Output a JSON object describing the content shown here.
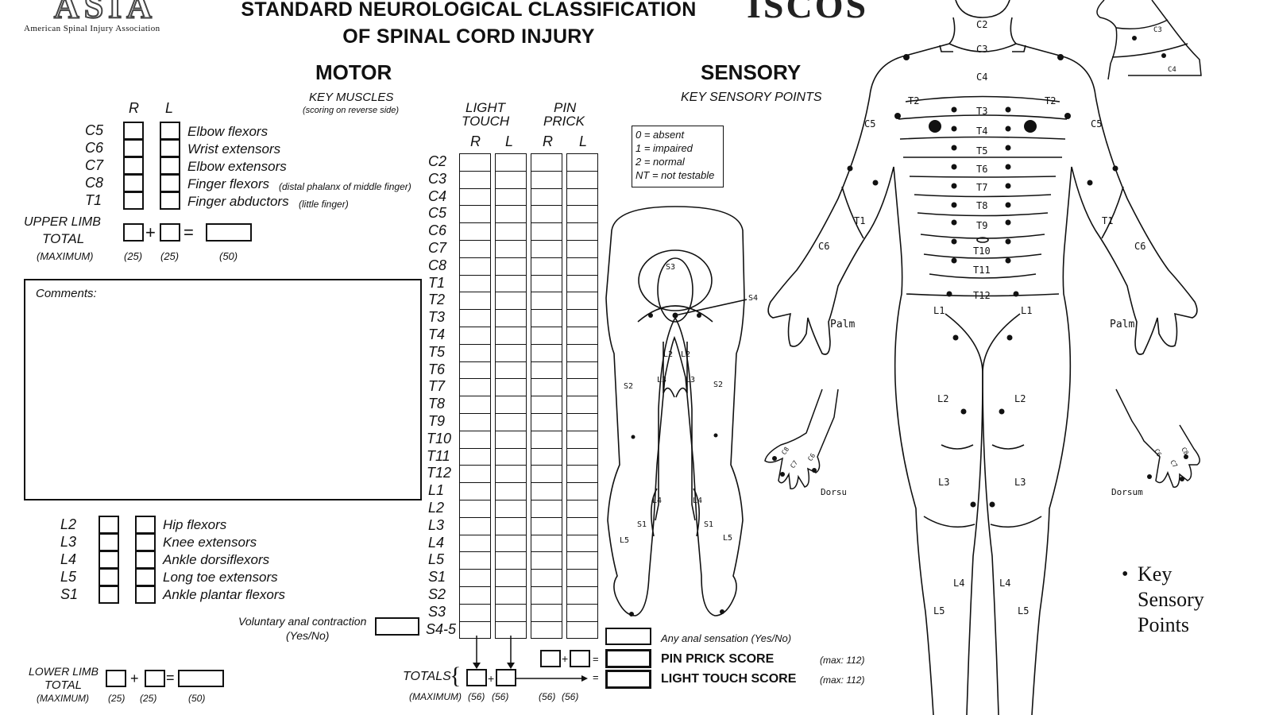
{
  "header": {
    "asia_logo_text": "ASIA",
    "asia_subtitle": "American Spinal Injury Association",
    "title_line1": "STANDARD NEUROLOGICAL CLASSIFICATION",
    "title_line2": "OF SPINAL CORD INJURY",
    "iscos_logo_text": "ISCOS"
  },
  "motor": {
    "heading": "MOTOR",
    "subheading": "KEY MUSCLES",
    "note": "(scoring on reverse side)",
    "col_r": "R",
    "col_l": "L",
    "upper_rows": [
      {
        "level": "C5",
        "muscle": "Elbow flexors",
        "detail": ""
      },
      {
        "level": "C6",
        "muscle": "Wrist extensors",
        "detail": ""
      },
      {
        "level": "C7",
        "muscle": "Elbow extensors",
        "detail": ""
      },
      {
        "level": "C8",
        "muscle": "Finger flexors",
        "detail": "(distal phalanx of middle finger)"
      },
      {
        "level": "T1",
        "muscle": "Finger abductors",
        "detail": "(little finger)"
      }
    ],
    "upper_total_line1": "UPPER LIMB",
    "upper_total_line2": "TOTAL",
    "upper_max_label": "(MAXIMUM)",
    "upper_max_r": "(25)",
    "upper_max_l": "(25)",
    "upper_max_total": "(50)",
    "comments_label": "Comments:",
    "lower_rows": [
      {
        "level": "L2",
        "muscle": "Hip flexors"
      },
      {
        "level": "L3",
        "muscle": "Knee extensors"
      },
      {
        "level": "L4",
        "muscle": "Ankle dorsiflexors"
      },
      {
        "level": "L5",
        "muscle": "Long toe extensors"
      },
      {
        "level": "S1",
        "muscle": "Ankle plantar flexors"
      }
    ],
    "vac_line1": "Voluntary anal contraction",
    "vac_line2": "(Yes/No)",
    "lower_total_line1": "LOWER LIMB",
    "lower_total_line2": "TOTAL",
    "lower_max_label": "(MAXIMUM)",
    "lower_max_r": "(25)",
    "lower_max_l": "(25)",
    "lower_max_total": "(50)",
    "plus": "+",
    "equals": "="
  },
  "sensory": {
    "heading": "SENSORY",
    "subheading": "KEY SENSORY POINTS",
    "light_touch_line1": "LIGHT",
    "light_touch_line2": "TOUCH",
    "pin_prick_line1": "PIN",
    "pin_prick_line2": "PRICK",
    "col_r": "R",
    "col_l": "L",
    "levels": [
      "C2",
      "C3",
      "C4",
      "C5",
      "C6",
      "C7",
      "C8",
      "T1",
      "T2",
      "T3",
      "T4",
      "T5",
      "T6",
      "T7",
      "T8",
      "T9",
      "T10",
      "T11",
      "T12",
      "L1",
      "L2",
      "L3",
      "L4",
      "L5",
      "S1",
      "S2",
      "S3",
      "S4-5"
    ],
    "legend": [
      "0 = absent",
      "1 = impaired",
      "2 = normal",
      "NT = not testable"
    ],
    "totals_label": "TOTALS",
    "totals_max_label": "(MAXIMUM)",
    "totals_max": [
      "(56)",
      "(56)",
      "(56)",
      "(56)"
    ],
    "any_anal_sensation": "Any anal sensation (Yes/No)",
    "pin_prick_score": "PIN PRICK SCORE",
    "pin_prick_max": "(max: 112)",
    "light_touch_score": "LIGHT TOUCH SCORE",
    "light_touch_max": "(max: 112)"
  },
  "diagram": {
    "rear_labels": [
      "S3",
      "S4-5",
      "L2",
      "L2",
      "L3",
      "L3",
      "S2",
      "S2",
      "L4",
      "L4",
      "S1",
      "S1",
      "L5",
      "L5"
    ],
    "front_labels": [
      "C2",
      "C3",
      "C4",
      "T2",
      "T2",
      "C5",
      "C5",
      "T3",
      "T4",
      "T5",
      "T6",
      "T7",
      "T8",
      "T9",
      "T10",
      "T11",
      "T12",
      "T1",
      "T1",
      "C6",
      "C6",
      "L1",
      "L1",
      "L2",
      "L2",
      "L3",
      "L3",
      "L4",
      "L4",
      "L5",
      "L5"
    ],
    "palm_label": "Palm",
    "dorsum_label": "Dorsum",
    "hand_labels": [
      "C8",
      "C7",
      "C6"
    ],
    "neck_labels": [
      "C3",
      "C4"
    ],
    "key_points_line1": "Key",
    "key_points_line2": "Sensory",
    "key_points_line3": "Points",
    "bullet": "•"
  }
}
